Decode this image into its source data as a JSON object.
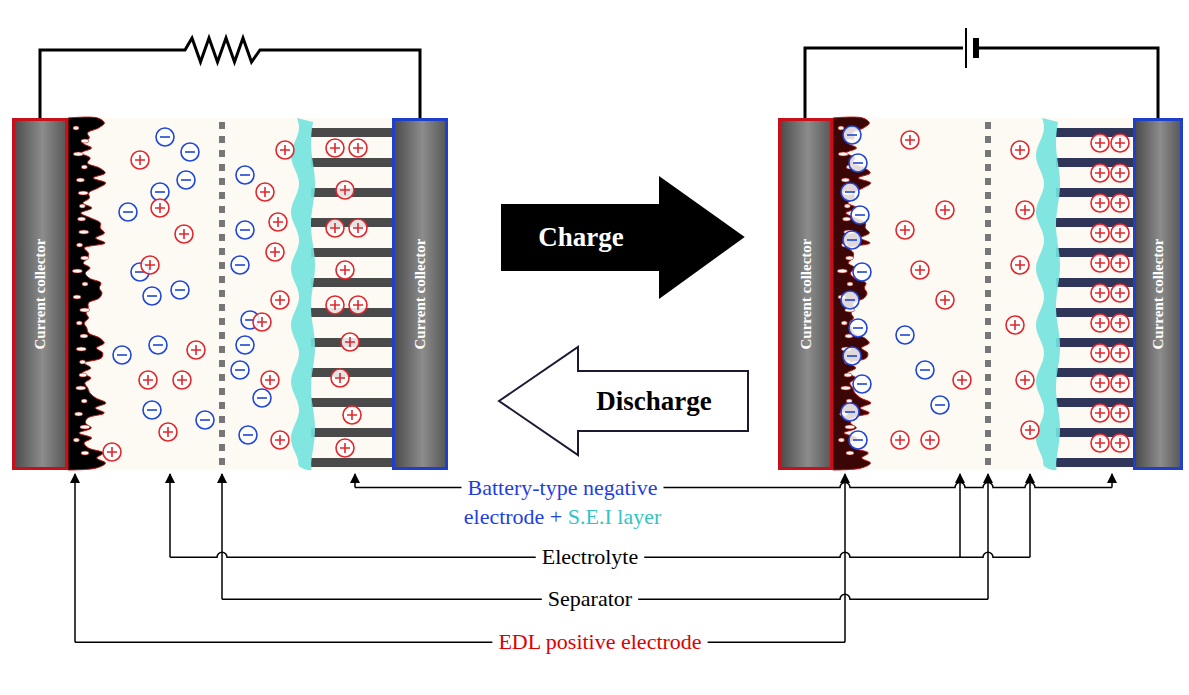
{
  "diagram": {
    "nodes": [
      {
        "text": [
          "Current collector"
        ]
      },
      {
        "text": [
          "Current collector"
        ]
      },
      {
        "text": [
          "Charge"
        ]
      },
      {
        "text": [
          "Discharge"
        ]
      },
      {
        "text": [
          "Current collector"
        ]
      },
      {
        "text": [
          "Current collector"
        ]
      }
    ],
    "labels": [
      "Battery-type negative electrode +",
      "S.E.I layer",
      "Electrolyte",
      "Separator",
      "EDL positive electrode"
    ]
  }
}
